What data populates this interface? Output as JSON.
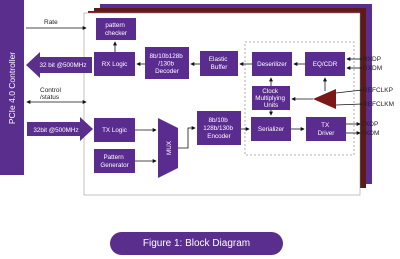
{
  "controller": {
    "label": "PCIe 4.0 Controller"
  },
  "signals": {
    "rate": "Rate",
    "rx_bus": "32 bit @500MHz",
    "control_status_line1": "Control",
    "control_status_line2": "/status",
    "tx_bus": "32bit @500MHz"
  },
  "blocks": {
    "pattern_checker": [
      "pattern",
      "checker"
    ],
    "rx_logic": [
      "RX Logic"
    ],
    "decoder": [
      "8b/10b128b",
      "/130b",
      "Decoder"
    ],
    "elastic_buffer": [
      "Elastic",
      "Buffer"
    ],
    "deserializer": [
      "Deserilizer"
    ],
    "eq_cdr": [
      "EQ/CDR"
    ],
    "cmu": [
      "Clock",
      "Multiplying",
      "Units"
    ],
    "tx_logic": [
      "TX Logic"
    ],
    "pattern_generator": [
      "Pattern",
      "Generator"
    ],
    "mux": [
      "MUX"
    ],
    "encoder": [
      "8b/10b",
      "128b/130b",
      "Encoder"
    ],
    "serializer": [
      "Serializer"
    ],
    "tx_driver": [
      "TX",
      "Driver"
    ]
  },
  "pins": {
    "rxdp": "RXDP",
    "rxdm": "RXDM",
    "refclkp": "REFCLKP",
    "refclkm": "REFCLKM",
    "txdp": "TXDP",
    "txdm": "TXDM"
  },
  "caption": "Figure 1:  Block Diagram",
  "colors": {
    "purple": "#5a2e8c",
    "dark_red": "#7a1818",
    "maroon": "#5c1a1a",
    "block": "#5b2c8f"
  }
}
